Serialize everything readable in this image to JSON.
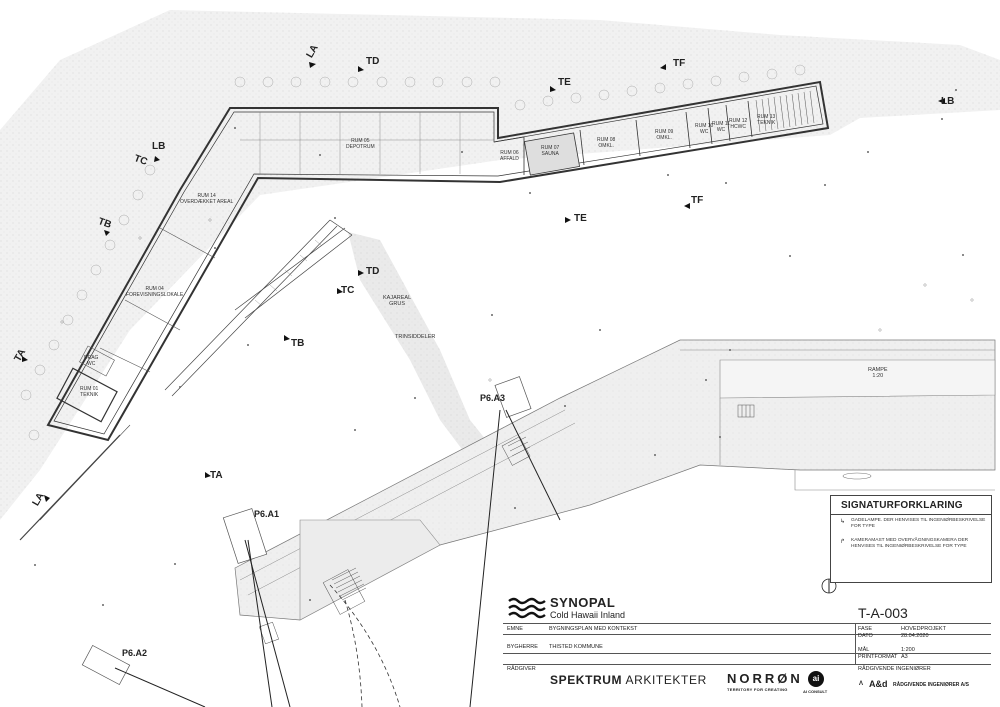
{
  "sections": [
    {
      "id": "ta_left",
      "label": "TA"
    },
    {
      "id": "ta_bottom",
      "label": "TA"
    },
    {
      "id": "la_top",
      "label": "LA"
    },
    {
      "id": "la_bottom",
      "label": "LA"
    },
    {
      "id": "tb_left",
      "label": "TB"
    },
    {
      "id": "tb_mid",
      "label": "TB"
    },
    {
      "id": "tc_left",
      "label": "TC"
    },
    {
      "id": "tc_mid",
      "label": "TC"
    },
    {
      "id": "td_top",
      "label": "TD"
    },
    {
      "id": "td_mid",
      "label": "TD"
    },
    {
      "id": "te_top",
      "label": "TE"
    },
    {
      "id": "te_mid",
      "label": "TE"
    },
    {
      "id": "tf_top",
      "label": "TF"
    },
    {
      "id": "tf_mid",
      "label": "TF"
    },
    {
      "id": "lb_left",
      "label": "LB"
    },
    {
      "id": "lb_right",
      "label": "LB"
    }
  ],
  "rooms": {
    "rum05_num": "RUM 05",
    "rum05_name": "DEPOTRUM",
    "rum06_num": "RUM 06",
    "rum06_name": "AFFALD",
    "rum07_num": "RUM 07",
    "rum07_name": "SAUNA",
    "rum08_num": "RUM 08",
    "rum08_name": "OMKL.",
    "rum09_num": "RUM 09",
    "rum09_name": "OMKL.",
    "rum10_num": "RUM 10",
    "rum10_name": "WC",
    "rum11_num": "RUM 11",
    "rum11_name": "WC",
    "rum12_num": "RUM 12",
    "rum12_name": "HCWC",
    "rum13_num": "RUM 13",
    "rum13_name": "TEKNIK",
    "rum14_num": "RUM 14",
    "rum14_name": "OVERDÆKKET AREAL",
    "rum04_num": "RUM 04",
    "rum04_name": "FOREVISNINGSLOKALE",
    "rum02_num": "DRAG",
    "rum02_name": "WC",
    "rum01_num": "RUM 01",
    "rum01_name": "TEKNIK"
  },
  "site": {
    "kajareal": "KAJAREAL",
    "grus": "GRUS",
    "trinsiddeler": "TRINSIDDELER",
    "rampe": "RAMPE",
    "rampe_slope": "1:20"
  },
  "photos": [
    "P6.A3",
    "P6.A1",
    "P6.A2"
  ],
  "legend": {
    "title": "SIGNATURFORKLARING",
    "item1": "GADELAMPE. DER HENVISES TIL INGENIØRBESKRIVELSE FOR TYPE",
    "item2": "KAMERAMAST MED OVERVÅGNINGSKAMERA DER HENVISES TIL INGENIØRBESKRIVELSE FOR TYPE"
  },
  "titleblock": {
    "project_name": "SYNOPAL",
    "project_sub": "Cold Hawaii Inland",
    "drawing_no": "T-A-003",
    "emne_label": "EMNE",
    "emne_value": "BYGNINGSPLAN MED KONTEKST",
    "bygherre_label": "BYGHERRE",
    "bygherre_value": "THISTED KOMMUNE",
    "raadgiver_label": "RÅDGIVER",
    "architect": "SPEKTRUM",
    "architect_rest": "ARKITEKTER",
    "fase_label": "FASE",
    "fase_value": "HOVEDPROJEKT",
    "dato_label": "DATO",
    "dato_value": "28.04.2020",
    "maal_label": "MÅL",
    "maal_value": "1:200",
    "format_label": "PRINTFORMAT",
    "format_value": "A3",
    "radgivende_label": "RÅDGIVENDE INGENIØRER",
    "norron": "NORRØN",
    "norron_sub": "TERRITORY FOR CREATING",
    "ai_name": "AI CONSULT",
    "ad": "A&d",
    "ad_sub": "RÅDGIVENDE INGENIØRER A/S"
  }
}
